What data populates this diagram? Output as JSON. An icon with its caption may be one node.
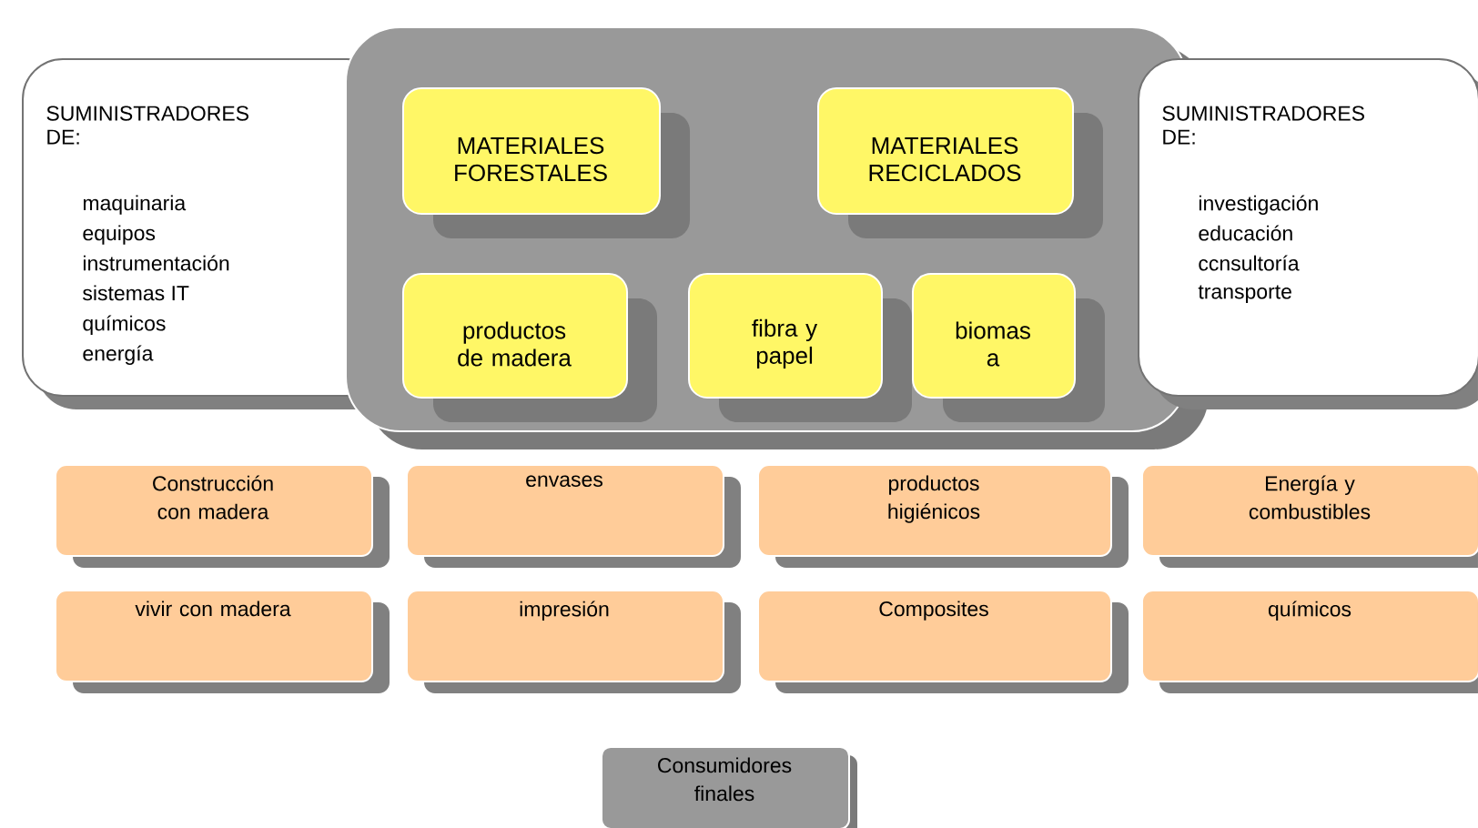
{
  "diagram": {
    "nodes": [
      {
        "text": [
          "SUMINISTRADORES DE:",
          "maquinaria",
          "equipos",
          "instrumentación",
          "sistemas IT",
          "químicos",
          "energía"
        ]
      },
      {
        "text": [],
        "shape": "box"
      },
      {
        "text": [
          "MATERIALES FORESTALES"
        ],
        "in": 1
      },
      {
        "text": [
          "MATERIALES RECICLADOS"
        ],
        "in": 1
      },
      {
        "text": [
          "productos de madera"
        ],
        "in": 1
      },
      {
        "text": [
          "fibra y papel"
        ],
        "in": 1
      },
      {
        "text": [
          "biomas a"
        ],
        "in": 1
      },
      {
        "text": [
          "SUMINISTRADORES DE:",
          "investigación",
          "educación",
          "ccnsultoría",
          "transporte"
        ]
      },
      {
        "text": [
          "Construcción con madera"
        ]
      },
      {
        "text": [
          "envases"
        ]
      },
      {
        "text": [
          "productos higiénicos"
        ]
      },
      {
        "text": [
          "Energía y combustibles"
        ]
      },
      {
        "text": [
          "vivir con madera"
        ]
      },
      {
        "text": [
          "impresión"
        ]
      },
      {
        "text": [
          "Composites"
        ]
      },
      {
        "text": [
          "químicos"
        ]
      },
      {
        "text": [
          "Consumidores finales"
        ]
      }
    ],
    "edges": []
  }
}
